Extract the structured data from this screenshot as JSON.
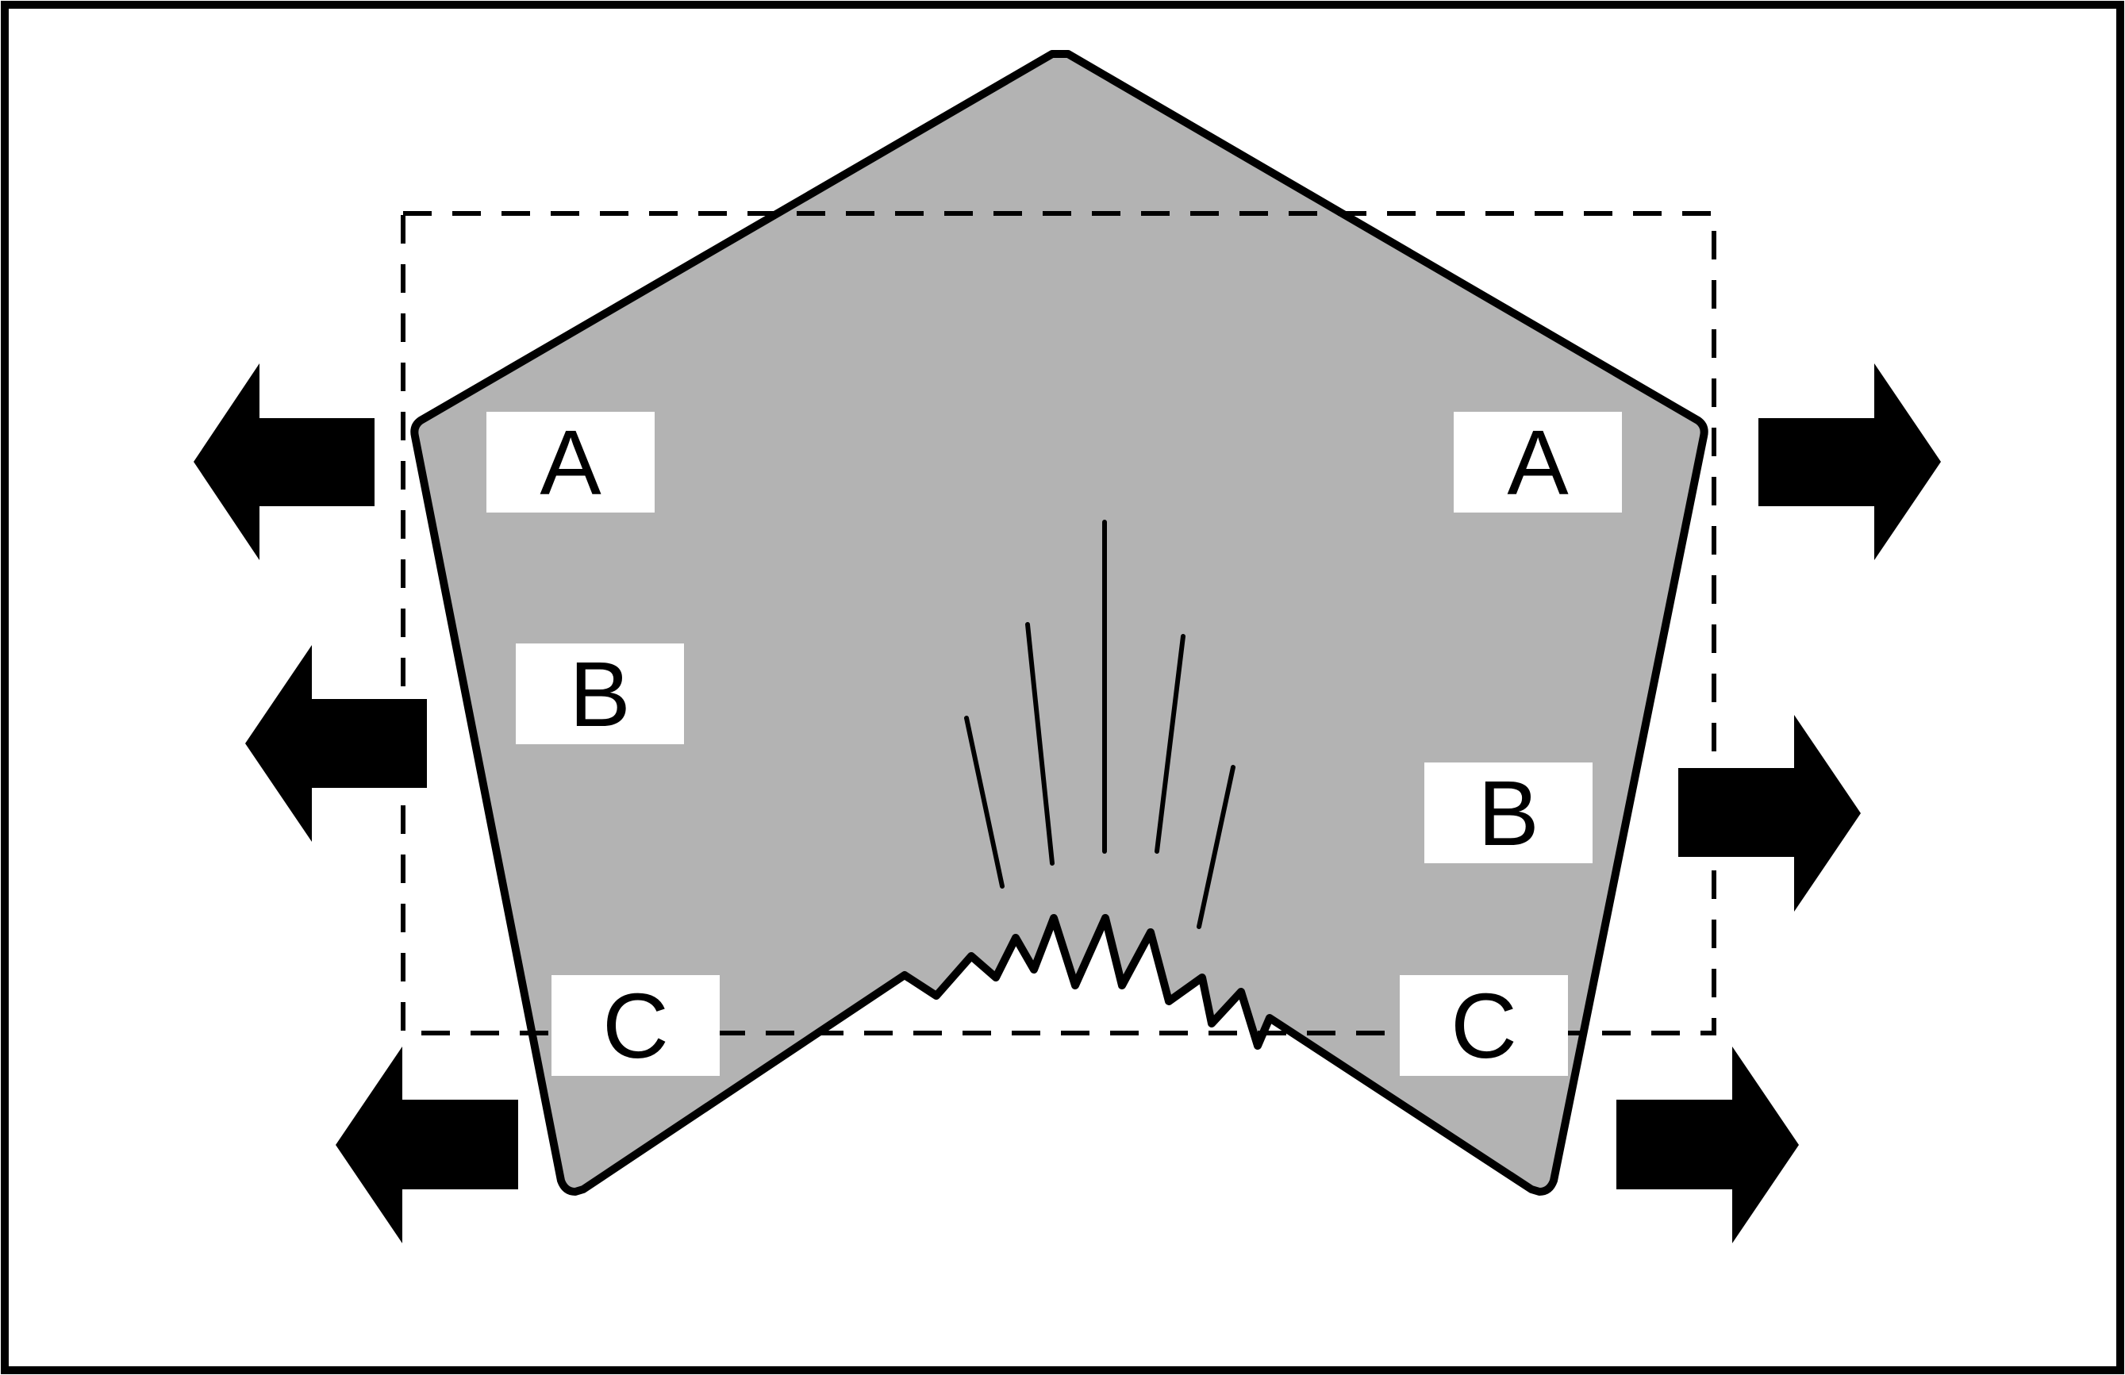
{
  "diagram": {
    "colors": {
      "background": "#ffffff",
      "specimen_fill": "#b3b3b3",
      "stroke": "#000000",
      "label_box": "#ffffff",
      "arrow": "#000000"
    },
    "labels": {
      "left_top": "A",
      "right_top": "A",
      "left_middle": "B",
      "right_middle": "B",
      "left_bottom": "C",
      "right_bottom": "C"
    },
    "arrows": [
      {
        "row": "top",
        "side": "left",
        "direction": "left"
      },
      {
        "row": "middle",
        "side": "left",
        "direction": "left"
      },
      {
        "row": "bottom",
        "side": "left",
        "direction": "left"
      },
      {
        "row": "top",
        "side": "right",
        "direction": "right"
      },
      {
        "row": "middle",
        "side": "right",
        "direction": "right"
      },
      {
        "row": "bottom",
        "side": "right",
        "direction": "right"
      }
    ]
  }
}
